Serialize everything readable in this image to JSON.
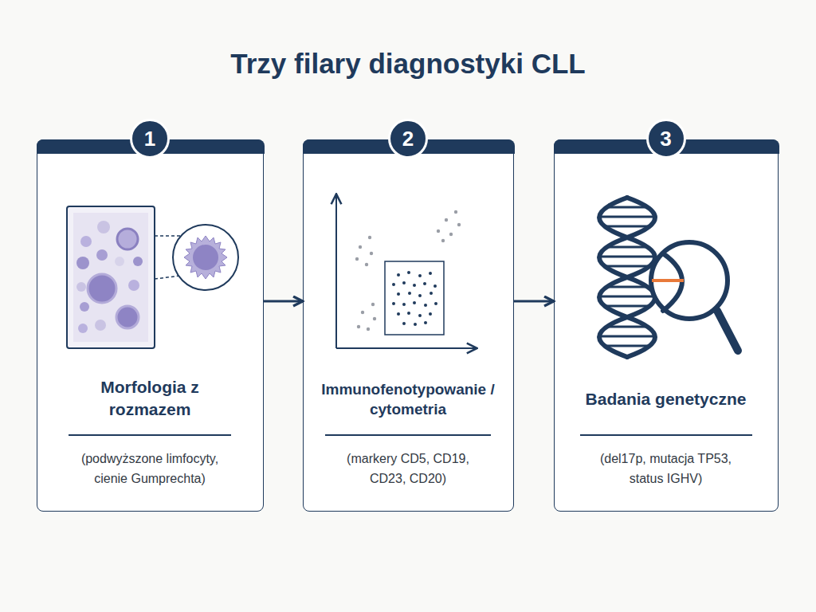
{
  "diagram": {
    "title": "Trzy filary diagnostyki CLL",
    "nodes": [
      {
        "text": [
          "1",
          "Morfologia z rozmazem",
          "(podwyższone limfocyty, cienie Gumprechta)"
        ]
      },
      {
        "text": [
          "2",
          "Immunofenotypowanie / cytometria",
          "(markery CD5, CD19, CD23, CD20)"
        ]
      },
      {
        "text": [
          "3",
          "Badania genetyczne",
          "(del17p, mutacja TP53, status IGHV)"
        ]
      }
    ],
    "edges": [
      {
        "from": 0,
        "to": 1,
        "arrow": "to"
      },
      {
        "from": 1,
        "to": 2,
        "arrow": "to"
      }
    ]
  }
}
